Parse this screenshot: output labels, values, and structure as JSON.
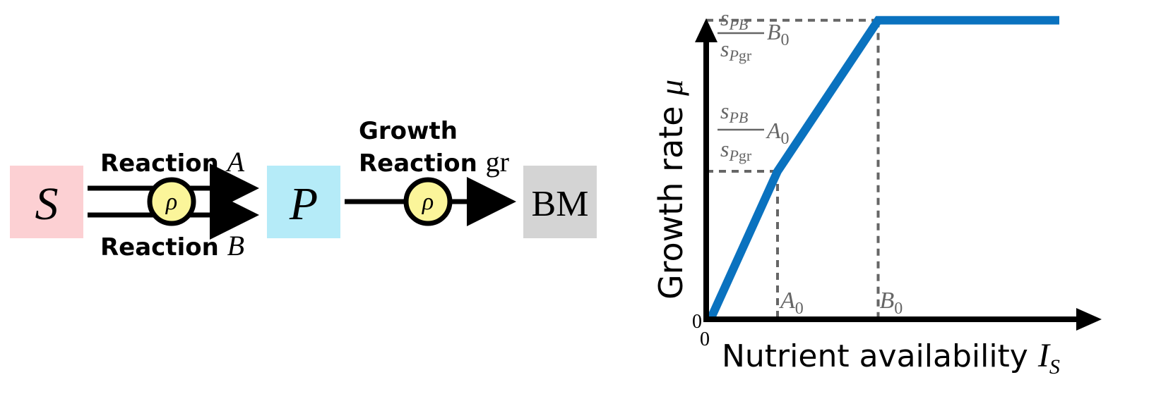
{
  "diagram": {
    "substrate": "S",
    "precursor": "P",
    "biomass": "BM",
    "reaction_a_prefix": "Reaction ",
    "reaction_a_var": "A",
    "reaction_b_prefix": "Reaction ",
    "reaction_b_var": "B",
    "growth_line1": "Growth",
    "growth_line2_prefix": "Reaction ",
    "growth_line2_var": "gr",
    "rho": "ρ",
    "colors": {
      "substrate_box": "#fcd0d3",
      "precursor_box": "#b5ebf8",
      "biomass_box": "#d4d4d4",
      "rho_fill": "#fbf59a"
    }
  },
  "chart_data": {
    "type": "line",
    "xlabel_text": "Nutrient availability ",
    "xlabel_var": "I",
    "xlabel_sub": "S",
    "ylabel_text": "Growth rate ",
    "ylabel_var": "μ",
    "origin_x": "0",
    "origin_y": "0",
    "x_markers": [
      {
        "var": "A",
        "sub": "0"
      },
      {
        "var": "B",
        "sub": "0"
      }
    ],
    "y_markers": [
      {
        "num": "s",
        "num_sub": "PB",
        "den": "s",
        "den_sub": "P",
        "den_sub2": "gr",
        "factor": "B",
        "factor_sub": "0"
      },
      {
        "num": "s",
        "num_sub": "PB",
        "den": "s",
        "den_sub": "P",
        "den_sub2": "gr",
        "factor": "A",
        "factor_sub": "0"
      }
    ],
    "series": [
      {
        "x": [
          0,
          1,
          2.5,
          5.2
        ],
        "y": [
          0,
          1,
          2.02,
          2.02
        ],
        "color": "#0a72bf"
      }
    ],
    "xlim": [
      0,
      5.6
    ],
    "ylim": [
      0,
      2.7
    ],
    "grid": false,
    "guide_color": "#666666"
  }
}
